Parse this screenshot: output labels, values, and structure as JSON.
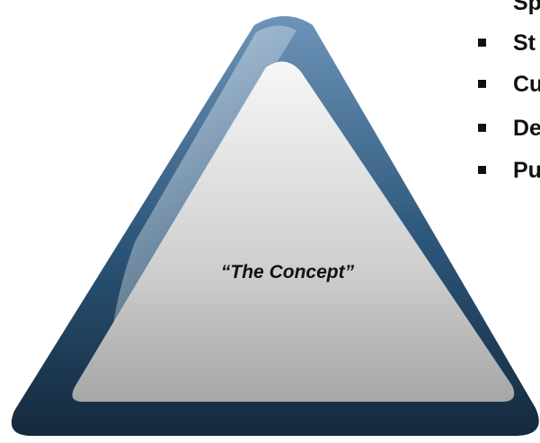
{
  "diagram": {
    "concept_label": "“The Concept”",
    "colors": {
      "frame_dark": "#15293d",
      "frame_mid": "#2b5578",
      "frame_light": "#6d94b8",
      "inner_light": "#f7f7f7",
      "inner_mid": "#cfcfcf",
      "inner_dark": "#a6a6a6",
      "text": "#111111"
    }
  },
  "bullets": [
    {
      "text": "Sp",
      "has_marker": false
    },
    {
      "text": "St",
      "has_marker": true
    },
    {
      "text": "Cu",
      "has_marker": true
    },
    {
      "text": "De",
      "has_marker": true
    },
    {
      "text": "Pu",
      "has_marker": true
    }
  ]
}
